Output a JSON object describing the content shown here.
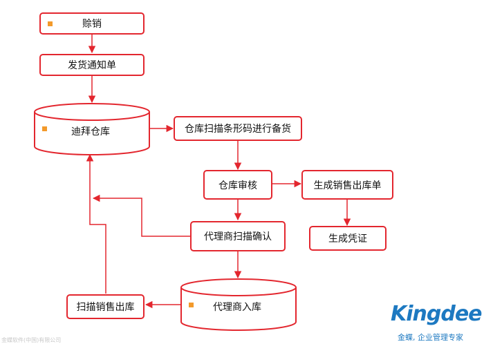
{
  "nodes": {
    "n1": "赊销",
    "n2": "发货通知单",
    "n3": "迪拜仓库",
    "n4": "仓库扫描条形码进行备货",
    "n5": "仓库审核",
    "n6": "生成销售出库单",
    "n7": "代理商扫描确认",
    "n8": "生成凭证",
    "n9": "代理商入库",
    "n10": "扫描销售出库"
  },
  "brand": {
    "logo_text": "Kingdee",
    "tagline": "金蝶, 企业管理专家",
    "footnote": "金蝶软件(中国)有限公司"
  },
  "colors": {
    "line": "#e3262e",
    "marker": "#f39a2b",
    "brand": "#1d79c1"
  }
}
